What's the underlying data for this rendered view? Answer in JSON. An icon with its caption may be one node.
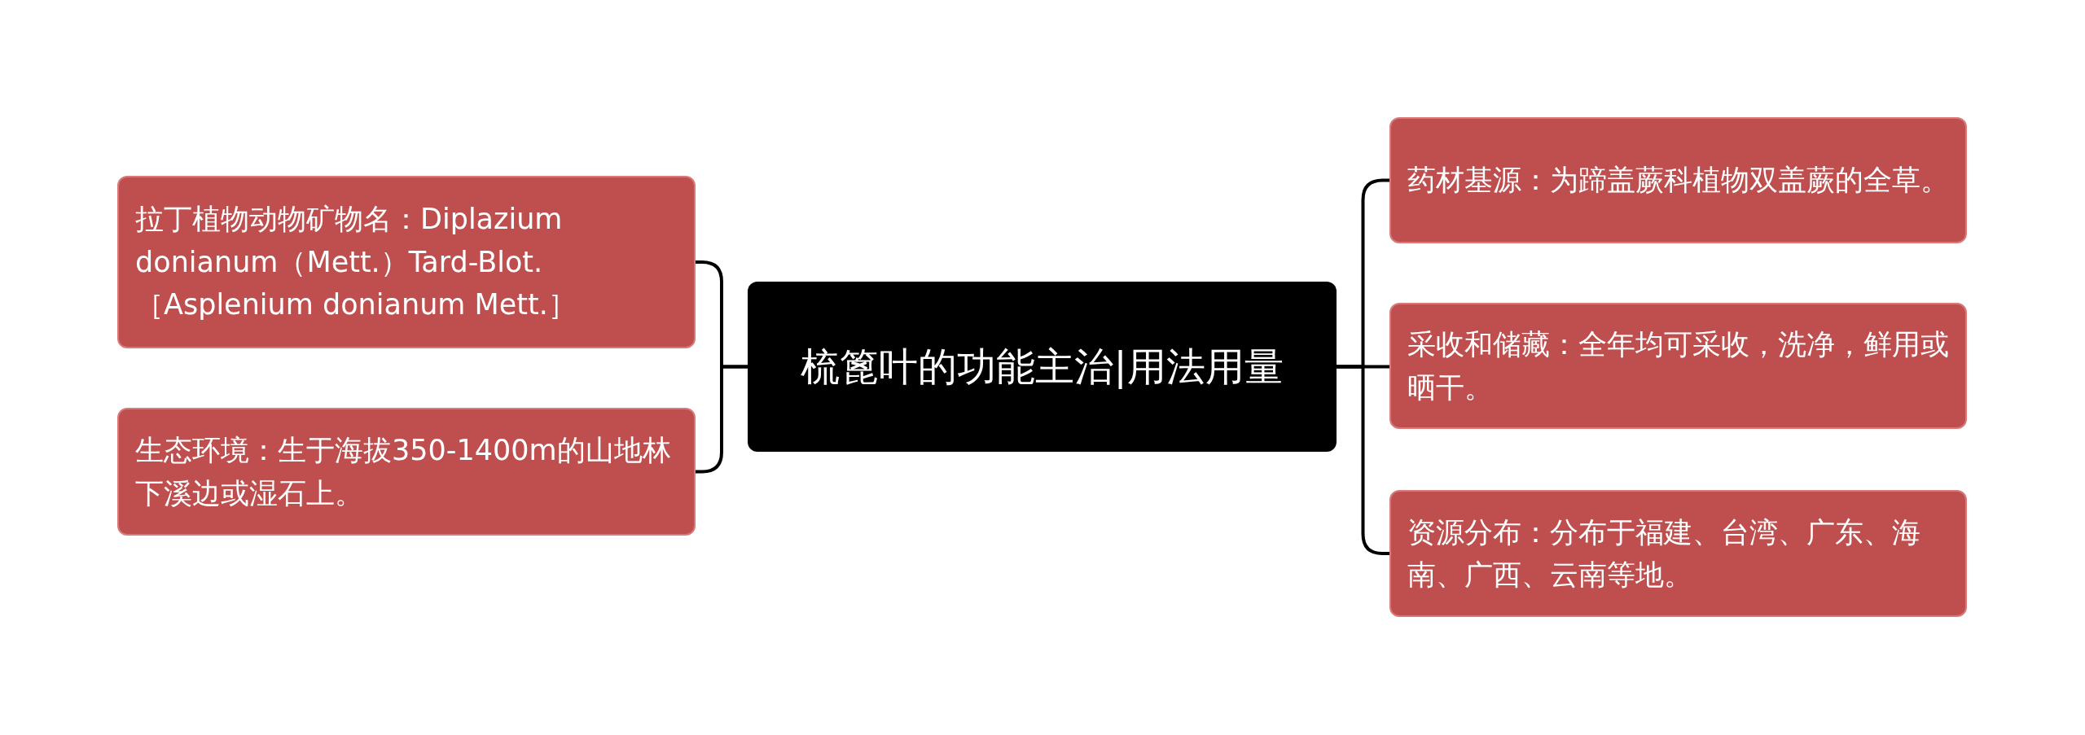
{
  "diagram": {
    "nodes": [
      {
        "text": [
          "梳篦叶的功能主治|用法用量"
        ]
      },
      {
        "text": [
          "拉丁植物动物矿物名：Diplazium donianum（Mett.）Tard-Blot.［Asplenium donianum Mett.］"
        ]
      },
      {
        "text": [
          "生态环境：生于海拔350-1400m的山地林下溪边或湿石上。"
        ]
      },
      {
        "text": [
          "药材基源：为蹄盖蕨科植物双盖蕨的全草。"
        ]
      },
      {
        "text": [
          "采收和储藏：全年均可采收，洗净，鲜用或晒干。"
        ]
      },
      {
        "text": [
          "资源分布：分布于福建、台湾、广东、海南、广西、云南等地。"
        ]
      }
    ],
    "edges": [
      {
        "from": 0,
        "to": 1,
        "arrow": "none"
      },
      {
        "from": 0,
        "to": 2,
        "arrow": "none"
      },
      {
        "from": 0,
        "to": 3,
        "arrow": "none"
      },
      {
        "from": 0,
        "to": 4,
        "arrow": "none"
      },
      {
        "from": 0,
        "to": 5,
        "arrow": "none"
      }
    ]
  }
}
